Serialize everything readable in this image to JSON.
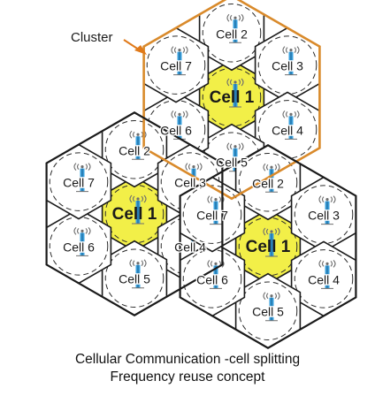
{
  "diagram": {
    "cluster_label": "Cluster",
    "caption_line1": "Cellular  Communication -cell splitting",
    "caption_line2": "Frequency reuse concept",
    "colors": {
      "cell_outline": "#1a1a1a",
      "cluster_outline": "#d98a2b",
      "center_cell_fill": "#f2ef48",
      "tower_blue": "#3aa0dd",
      "tower_lines": "#6e6e6e",
      "arrow": "#e07a1a",
      "label_color": "#1a1a1a"
    },
    "clusters": [
      {
        "name": "cluster-top",
        "cells": [
          {
            "label": "Cell 1",
            "role": "center"
          },
          {
            "label": "Cell 2"
          },
          {
            "label": "Cell 3"
          },
          {
            "label": "Cell 4"
          },
          {
            "label": "Cell 5"
          },
          {
            "label": "Cell 6"
          },
          {
            "label": "Cell 7"
          }
        ]
      },
      {
        "name": "cluster-left",
        "cells": [
          {
            "label": "Cell 1",
            "role": "center"
          },
          {
            "label": "Cell 2"
          },
          {
            "label": "Cell 3"
          },
          {
            "label": "Cell 4"
          },
          {
            "label": "Cell 5"
          },
          {
            "label": "Cell 6"
          },
          {
            "label": "Cell 7"
          }
        ]
      },
      {
        "name": "cluster-right",
        "cells": [
          {
            "label": "Cell 1",
            "role": "center"
          },
          {
            "label": "Cell 2"
          },
          {
            "label": "Cell 3"
          },
          {
            "label": "Cell 4"
          },
          {
            "label": "Cell 5"
          },
          {
            "label": "Cell 6"
          },
          {
            "label": "Cell 7"
          }
        ]
      }
    ]
  }
}
